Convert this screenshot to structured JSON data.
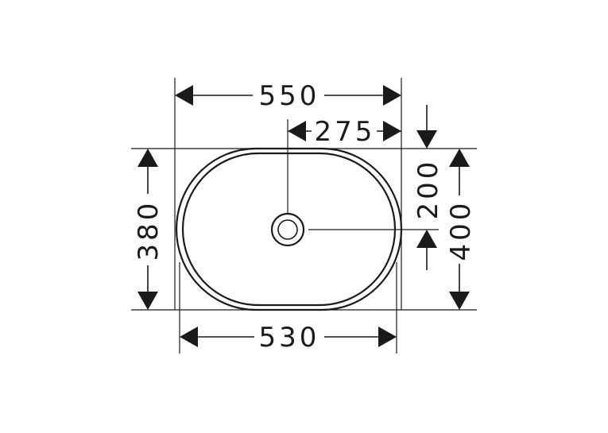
{
  "drawing": {
    "dimensions": {
      "top_width": "550",
      "half_width": "275",
      "bottom_width": "530",
      "inner_depth": "380",
      "drain_offset": "200",
      "outer_depth": "400"
    },
    "line_color": "#1a1a1a",
    "background": "#ffffff"
  }
}
